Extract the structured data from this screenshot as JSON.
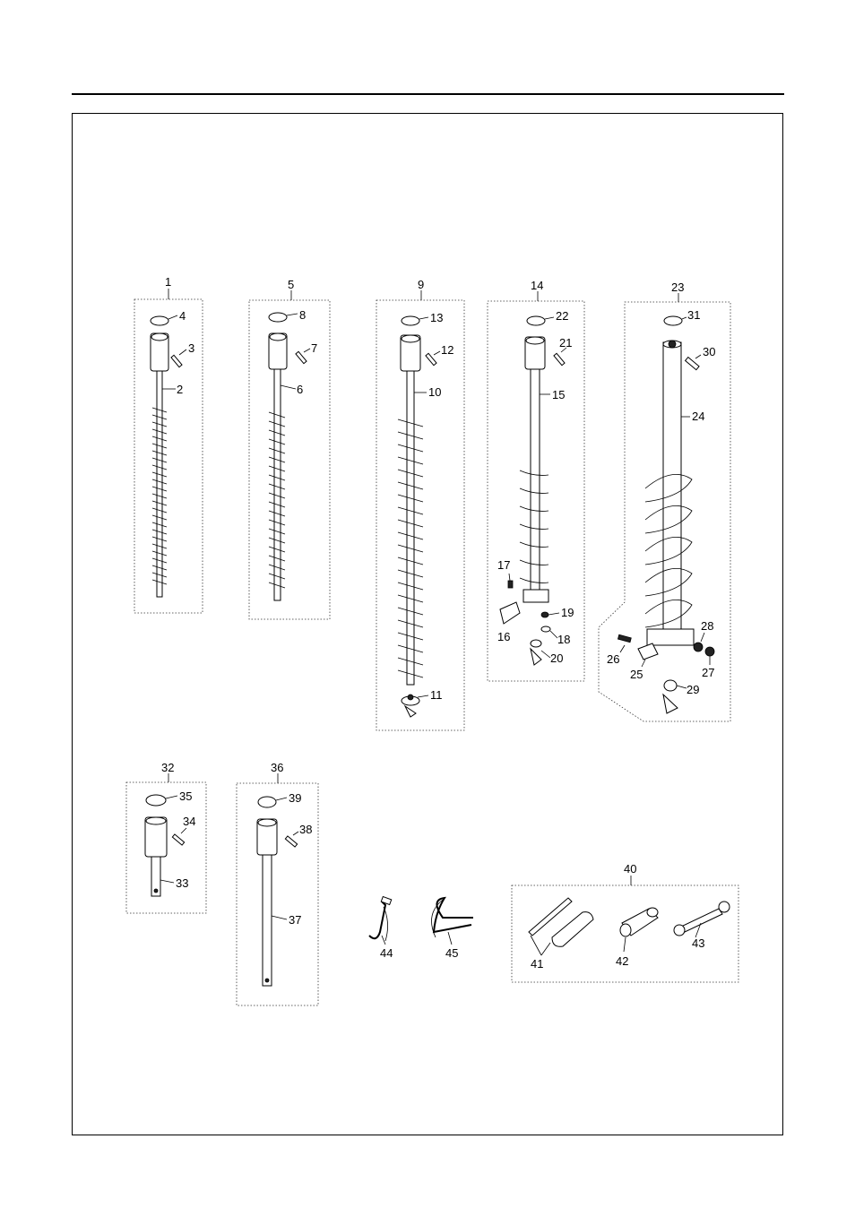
{
  "callouts": {
    "c1": "1",
    "c2": "2",
    "c3": "3",
    "c4": "4",
    "c5": "5",
    "c6": "6",
    "c7": "7",
    "c8": "8",
    "c9": "9",
    "c10": "10",
    "c11": "11",
    "c12": "12",
    "c13": "13",
    "c14": "14",
    "c15": "15",
    "c16": "16",
    "c17": "17",
    "c18": "18",
    "c19": "19",
    "c20": "20",
    "c21": "21",
    "c22": "22",
    "c23": "23",
    "c24": "24",
    "c25": "25",
    "c26": "26",
    "c27": "27",
    "c28": "28",
    "c29": "29",
    "c30": "30",
    "c31": "31",
    "c32": "32",
    "c33": "33",
    "c34": "34",
    "c35": "35",
    "c36": "36",
    "c37": "37",
    "c38": "38",
    "c39": "39",
    "c40": "40",
    "c41": "41",
    "c42": "42",
    "c43": "43",
    "c44": "44",
    "c45": "45"
  }
}
